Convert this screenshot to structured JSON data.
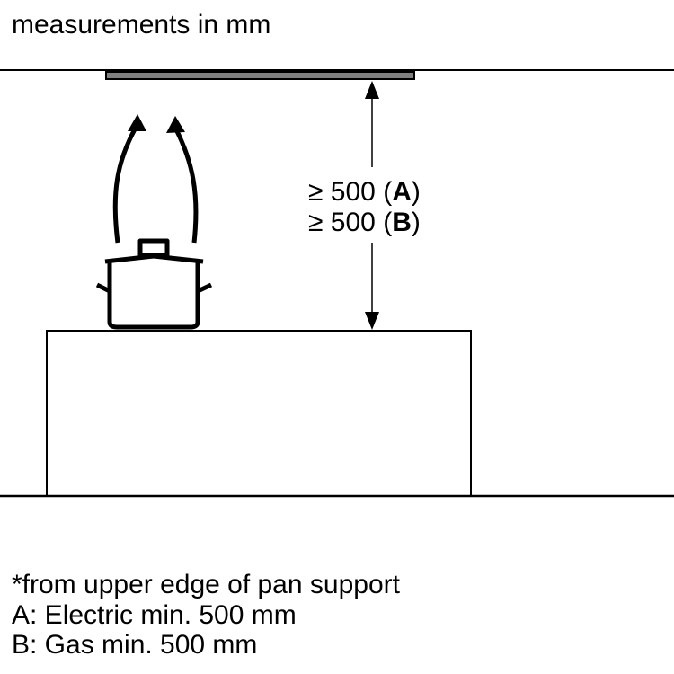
{
  "header": {
    "title": "measurements in mm"
  },
  "dimension": {
    "line_a": {
      "symbol": "≥ 500 (",
      "label": "A",
      "close": ")"
    },
    "line_b": {
      "symbol": "≥ 500 (",
      "label": "B",
      "close": ")"
    }
  },
  "notes": [
    "*from upper edge of pan support",
    "A: Electric min. 500 mm",
    "B: Gas min. 500 mm"
  ],
  "colors": {
    "hood": "#808080",
    "line": "#000000"
  }
}
